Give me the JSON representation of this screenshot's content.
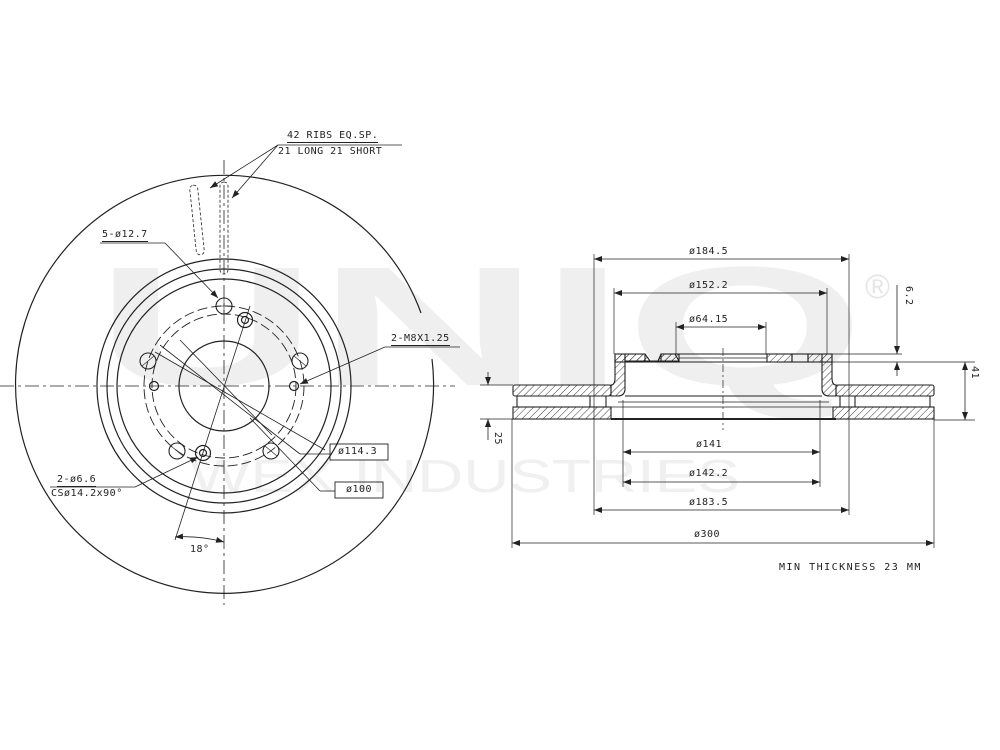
{
  "watermark": {
    "brand": "UNIQ",
    "registered": "®",
    "subtitle": "WEX INDUSTRIES"
  },
  "front_view": {
    "ribs_note_line1": "42 RIBS EQ.SP.",
    "ribs_note_line2": "21 LONG 21 SHORT",
    "bolt_holes": "5-ø12.7",
    "threaded_holes": "2-M8X1.25",
    "pcd": "ø114.3",
    "hub_ring": "ø100",
    "countersunk_line1": "2-ø6.6",
    "countersunk_line2": "CSø14.2x90°",
    "angle": "18°"
  },
  "section_view": {
    "dim_outer_hat": "ø184.5",
    "dim_hat_top": "ø152.2",
    "dim_center_bore": "ø64.15",
    "dim_inner_1": "ø141",
    "dim_inner_2": "ø142.2",
    "dim_inner_3": "ø183.5",
    "dim_overall": "ø300",
    "dim_hat_thickness": "6.2",
    "dim_total_height": "41",
    "dim_disc_thickness": "25"
  },
  "notes": {
    "min_thickness": "MIN THICKNESS 23 MM"
  }
}
